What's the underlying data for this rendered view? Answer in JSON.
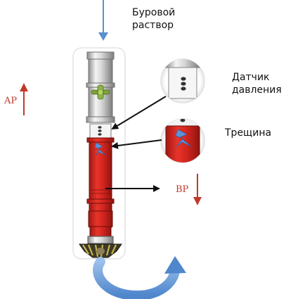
{
  "labels": {
    "drilling_fluid_line1": "Буровой",
    "drilling_fluid_line2": "раствор",
    "pressure_sensor_line1": "Датчик",
    "pressure_sensor_line2": "давления",
    "fracture": "Трещина",
    "ap": "AP",
    "bp": "BP"
  },
  "colors": {
    "flow_arrow": "#5b8fd0",
    "pressure_arrow": "#c0392b",
    "tool_red": "#d4261f",
    "tool_silver": "#c9c9c9",
    "label_red": "#c0392b"
  }
}
